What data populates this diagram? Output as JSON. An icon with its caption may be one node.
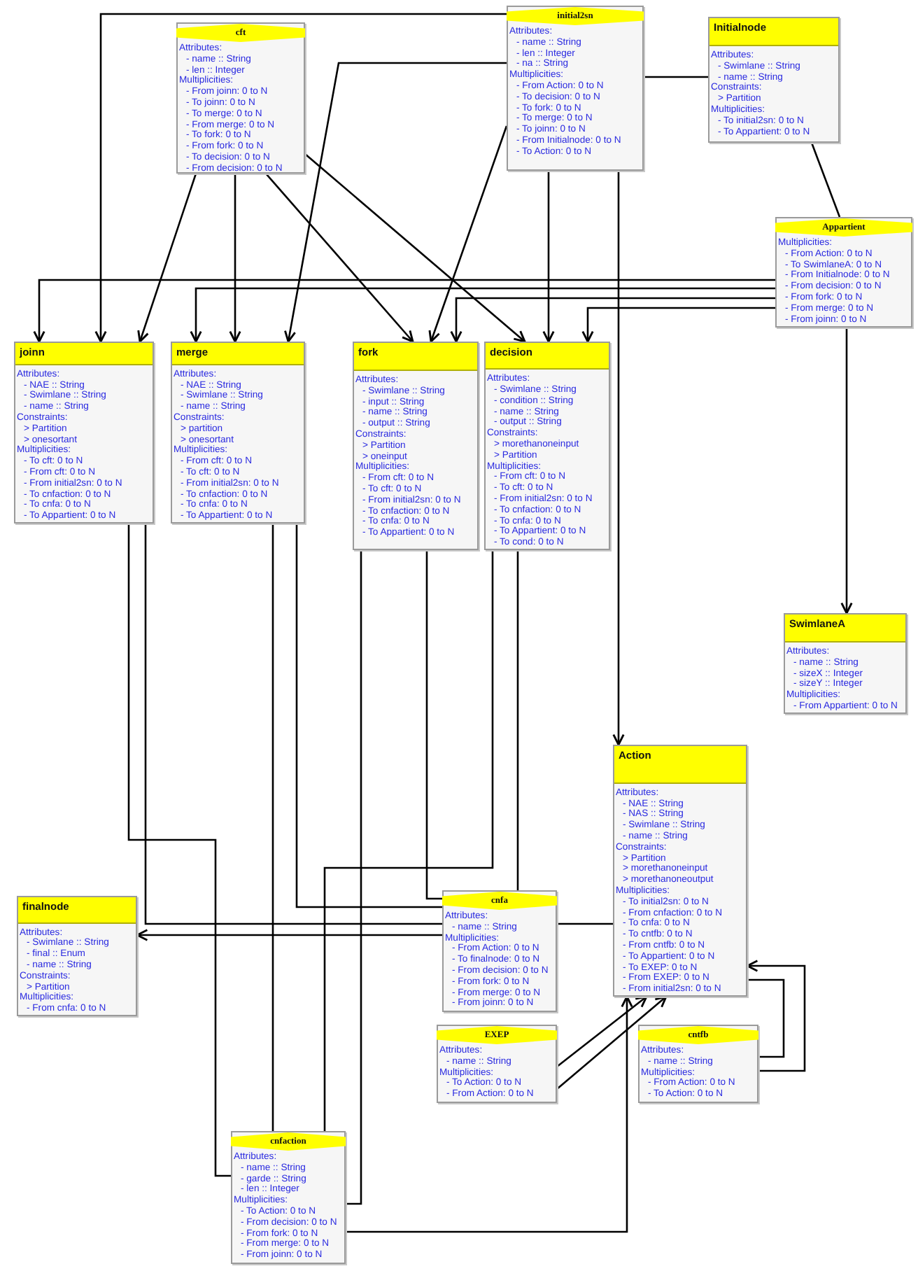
{
  "diagram": {
    "nodes": [
      {
        "text": [
          "cft",
          "Attributes:",
          "- name :: String",
          "- len :: Integer",
          "Multiplicities:",
          "- From joinn: 0 to N",
          "- To joinn: 0 to N",
          "- To merge: 0 to N",
          "- From merge: 0 to N",
          "- To fork: 0 to N",
          "- From fork: 0 to N",
          "- To decision: 0 to N",
          "- From decision: 0 to N"
        ]
      },
      {
        "text": [
          "initial2sn",
          "Attributes:",
          "- name :: String",
          "- len :: Integer",
          "- na :: String",
          "Multiplicities:",
          "- From Action: 0 to N",
          "- To decision: 0 to N",
          "- To fork: 0 to N",
          "- To merge: 0 to N",
          "- To joinn: 0 to N",
          "- From Initialnode: 0 to N",
          "- To Action: 0 to N"
        ]
      },
      {
        "text": [
          "Initialnode",
          "Attributes:",
          "- Swimlane :: String",
          "- name :: String",
          "Constraints:",
          "> Partition",
          "Multiplicities:",
          "- To initial2sn: 0 to N",
          "- To Appartient: 0 to N"
        ]
      },
      {
        "text": [
          "Appartient",
          "Multiplicities:",
          "- From Action: 0 to N",
          "- To SwimlaneA: 0 to N",
          "- From Initialnode: 0 to N",
          "- From decision: 0 to N",
          "- From fork: 0 to N",
          "- From merge: 0 to N",
          "- From joinn: 0 to N"
        ]
      },
      {
        "text": [
          "joinn",
          "Attributes:",
          "- NAE :: String",
          "- Swimlane :: String",
          "- name :: String",
          "Constraints:",
          "> Partition",
          "> onesortant",
          "Multiplicities:",
          "- To cft: 0 to N",
          "- From cft: 0 to N",
          "- From initial2sn: 0 to N",
          "- To cnfaction: 0 to N",
          "- To cnfa: 0 to N",
          "- To Appartient: 0 to N"
        ]
      },
      {
        "text": [
          "merge",
          "Attributes:",
          "- NAE :: String",
          "- Swimlane :: String",
          "- name :: String",
          "Constraints:",
          "> partition",
          "> onesortant",
          "Multiplicities:",
          "- From cft: 0 to N",
          "- To cft: 0 to N",
          "- From initial2sn: 0 to N",
          "- To cnfaction: 0 to N",
          "- To cnfa: 0 to N",
          "- To Appartient: 0 to N"
        ]
      },
      {
        "text": [
          "fork",
          "Attributes:",
          "- Swimlane :: String",
          "- input :: String",
          "- name :: String",
          "- output :: String",
          "Constraints:",
          "> Partition",
          "> oneinput",
          "Multiplicities:",
          "- From cft: 0 to N",
          "- To cft: 0 to N",
          "- From initial2sn: 0 to N",
          "- To cnfaction: 0 to N",
          "- To cnfa: 0 to N",
          "- To Appartient: 0 to N"
        ]
      },
      {
        "text": [
          "decision",
          "Attributes:",
          "- Swimlane :: String",
          "- condition :: String",
          "- name :: String",
          "- output :: String",
          "Constraints:",
          "> morethanoneinput",
          "> Partition",
          "Multiplicities:",
          "- From cft: 0 to N",
          "- To cft: 0 to N",
          "- From initial2sn: 0 to N",
          "- To cnfaction: 0 to N",
          "- To cnfa: 0 to N",
          "- To Appartient: 0 to N",
          "- To cond: 0 to N"
        ]
      },
      {
        "text": [
          "SwimlaneA",
          "Attributes:",
          "- name :: String",
          "- sizeX :: Integer",
          "- sizeY :: Integer",
          "Multiplicities:",
          "- From Appartient: 0 to N"
        ]
      },
      {
        "text": [
          "Action",
          "Attributes:",
          "- NAE :: String",
          "- NAS :: String",
          "- Swimlane :: String",
          "- name :: String",
          "Constraints:",
          "> Partition",
          "> morethanoneinput",
          "> morethanoneoutput",
          "Multiplicities:",
          "- To initial2sn: 0 to N",
          "- From cnfaction: 0 to N",
          "- To cnfa: 0 to N",
          "- To cntfb: 0 to N",
          "- From cntfb: 0 to N",
          "- To Appartient: 0 to N",
          "- To EXEP: 0 to N",
          "- From EXEP: 0 to N",
          "- From initial2sn: 0 to N"
        ]
      },
      {
        "text": [
          "finalnode",
          "Attributes:",
          "- Swimlane :: String",
          "- final :: Enum",
          "- name :: String",
          "Constraints:",
          "> Partition",
          "Multiplicities:",
          "- From cnfa: 0 to N"
        ]
      },
      {
        "text": [
          "cnfa",
          "Attributes:",
          "- name :: String",
          "Multiplicities:",
          "- From Action: 0 to N",
          "- To finalnode: 0 to N",
          "- From decision: 0 to N",
          "- From fork: 0 to N",
          "- From merge: 0 to N",
          "- From joinn: 0 to N"
        ]
      },
      {
        "text": [
          "EXEP",
          "Attributes:",
          "- name :: String",
          "Multiplicities:",
          "- To Action: 0 to N",
          "- From Action: 0 to N"
        ]
      },
      {
        "text": [
          "cntfb",
          "Attributes:",
          "- name :: String",
          "Multiplicities:",
          "- From Action: 0 to N",
          "- To Action: 0 to N"
        ]
      },
      {
        "text": [
          "cnfaction",
          "Attributes:",
          "- name :: String",
          "- garde :: String",
          "- len :: Integer",
          "Multiplicities:",
          "- To Action: 0 to N",
          "- From decision: 0 to N",
          "- From fork: 0 to N",
          "- From merge: 0 to N",
          "- From joinn: 0 to N"
        ]
      }
    ],
    "edges": [
      {
        "from": 0,
        "to": 4,
        "arrow": "to"
      },
      {
        "from": 0,
        "to": 5,
        "arrow": "to"
      },
      {
        "from": 0,
        "to": 6,
        "arrow": "to"
      },
      {
        "from": 0,
        "to": 7,
        "arrow": "to"
      },
      {
        "from": 1,
        "to": 4,
        "arrow": "to"
      },
      {
        "from": 1,
        "to": 5,
        "arrow": "to"
      },
      {
        "from": 1,
        "to": 6,
        "arrow": "to"
      },
      {
        "from": 1,
        "to": 7,
        "arrow": "to"
      },
      {
        "from": 1,
        "to": 9,
        "arrow": "to"
      },
      {
        "from": 2,
        "to": 1,
        "arrow": "none"
      },
      {
        "from": 2,
        "to": 3,
        "arrow": "none"
      },
      {
        "from": 3,
        "to": 4,
        "arrow": "to"
      },
      {
        "from": 3,
        "to": 5,
        "arrow": "to"
      },
      {
        "from": 3,
        "to": 6,
        "arrow": "to"
      },
      {
        "from": 3,
        "to": 7,
        "arrow": "to"
      },
      {
        "from": 3,
        "to": 8,
        "arrow": "to"
      },
      {
        "from": 4,
        "to": 11,
        "arrow": "none"
      },
      {
        "from": 4,
        "to": 14,
        "arrow": "none"
      },
      {
        "from": 5,
        "to": 14,
        "arrow": "none"
      },
      {
        "from": 5,
        "to": 11,
        "arrow": "none"
      },
      {
        "from": 6,
        "to": 14,
        "arrow": "none"
      },
      {
        "from": 6,
        "to": 11,
        "arrow": "none"
      },
      {
        "from": 7,
        "to": 14,
        "arrow": "none"
      },
      {
        "from": 7,
        "to": 11,
        "arrow": "none"
      },
      {
        "from": 9,
        "to": 11,
        "arrow": "none"
      },
      {
        "from": 11,
        "to": 10,
        "arrow": "to"
      },
      {
        "from": 12,
        "to": 9,
        "arrow": "to"
      },
      {
        "from": 12,
        "to": 9,
        "arrow": "to"
      },
      {
        "from": 13,
        "to": 9,
        "arrow": "to"
      },
      {
        "from": 9,
        "to": 13,
        "arrow": "none"
      },
      {
        "from": 14,
        "to": 9,
        "arrow": "to"
      }
    ]
  }
}
